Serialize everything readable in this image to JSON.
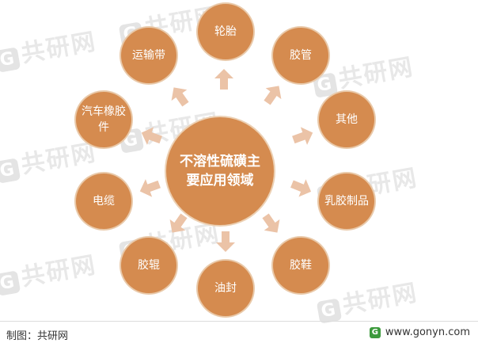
{
  "watermark": {
    "text": "共研网"
  },
  "center": {
    "label": "不溶性硫磺主要应用领域"
  },
  "nodes": [
    {
      "label": "轮胎"
    },
    {
      "label": "胶管"
    },
    {
      "label": "其他"
    },
    {
      "label": "乳胶制品"
    },
    {
      "label": "胶鞋"
    },
    {
      "label": "油封"
    },
    {
      "label": "胶辊"
    },
    {
      "label": "电缆"
    },
    {
      "label": "汽车橡胶件"
    },
    {
      "label": "运输带"
    }
  ],
  "footer": {
    "source": "制图：共研网",
    "website": "www.gonyn.com"
  },
  "colors": {
    "node_fill": "#d58b4f",
    "arrow_fill": "#ebc3a7",
    "text": "#ffffff"
  }
}
